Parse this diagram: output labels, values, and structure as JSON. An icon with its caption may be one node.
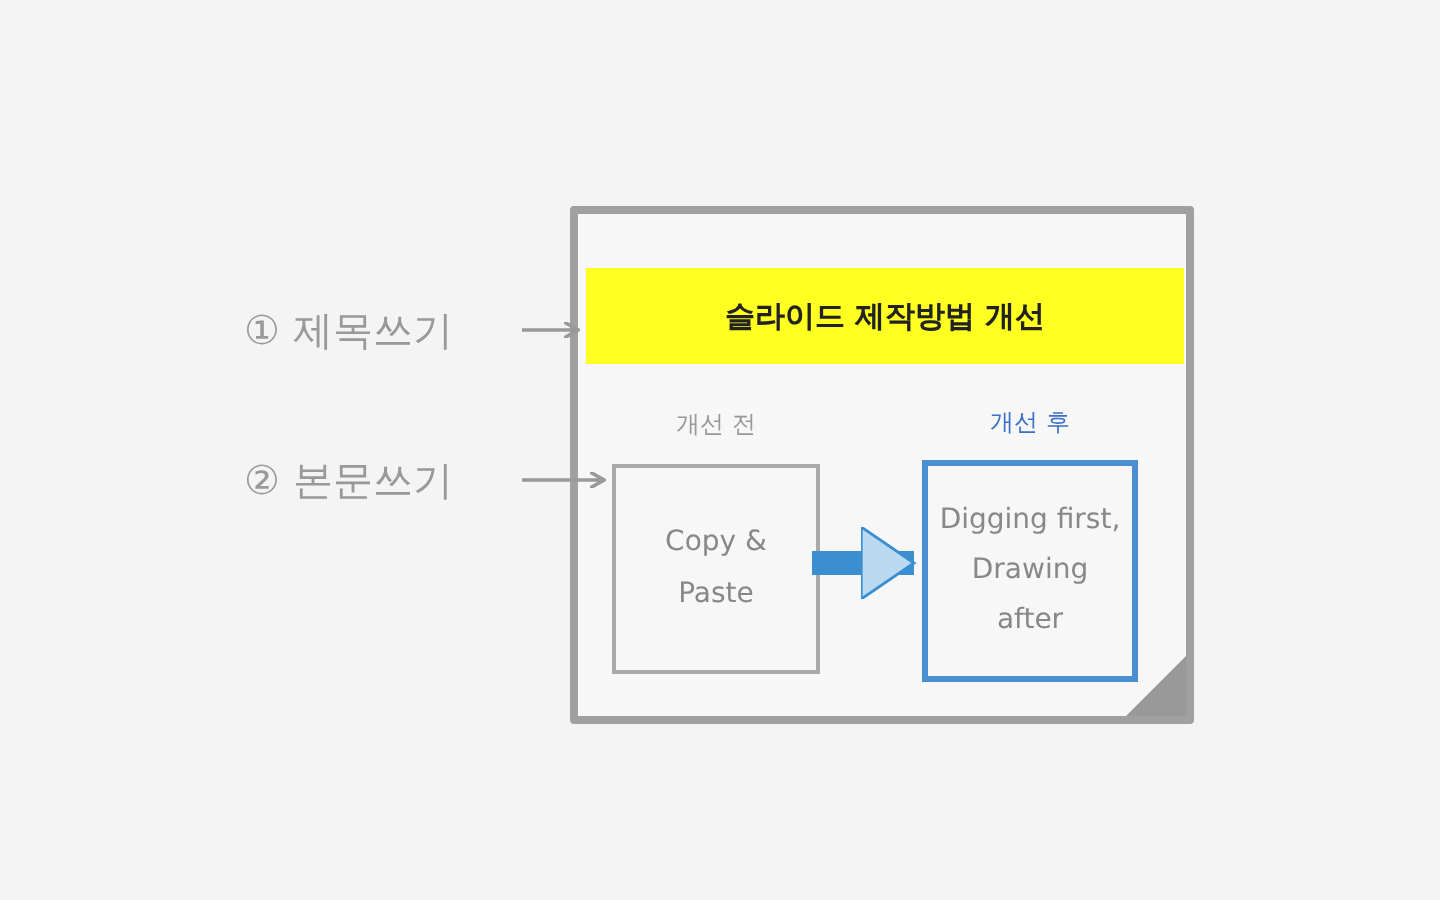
{
  "diagram": {
    "nodes": [
      {
        "text": [],
        "shape": "box"
      },
      {
        "text": [
          "슬라이드 제작방법 개선"
        ],
        "in": 0
      },
      {
        "text": [
          "개선 전",
          "Copy & Paste"
        ],
        "in": 0
      },
      {
        "text": [
          "개선 후",
          "Digging first, Drawing after"
        ],
        "in": 0
      },
      {
        "text": [
          "① 제목쓰기"
        ]
      },
      {
        "text": [
          "② 본문쓰기"
        ]
      }
    ],
    "edges": [
      {
        "from": 2,
        "to": 3,
        "arrow": "to",
        "style": "thick",
        "color": "#3b8fd0"
      },
      {
        "from": 4,
        "to": 1,
        "arrow": "to"
      },
      {
        "from": 5,
        "to": 2,
        "arrow": "to"
      }
    ]
  }
}
